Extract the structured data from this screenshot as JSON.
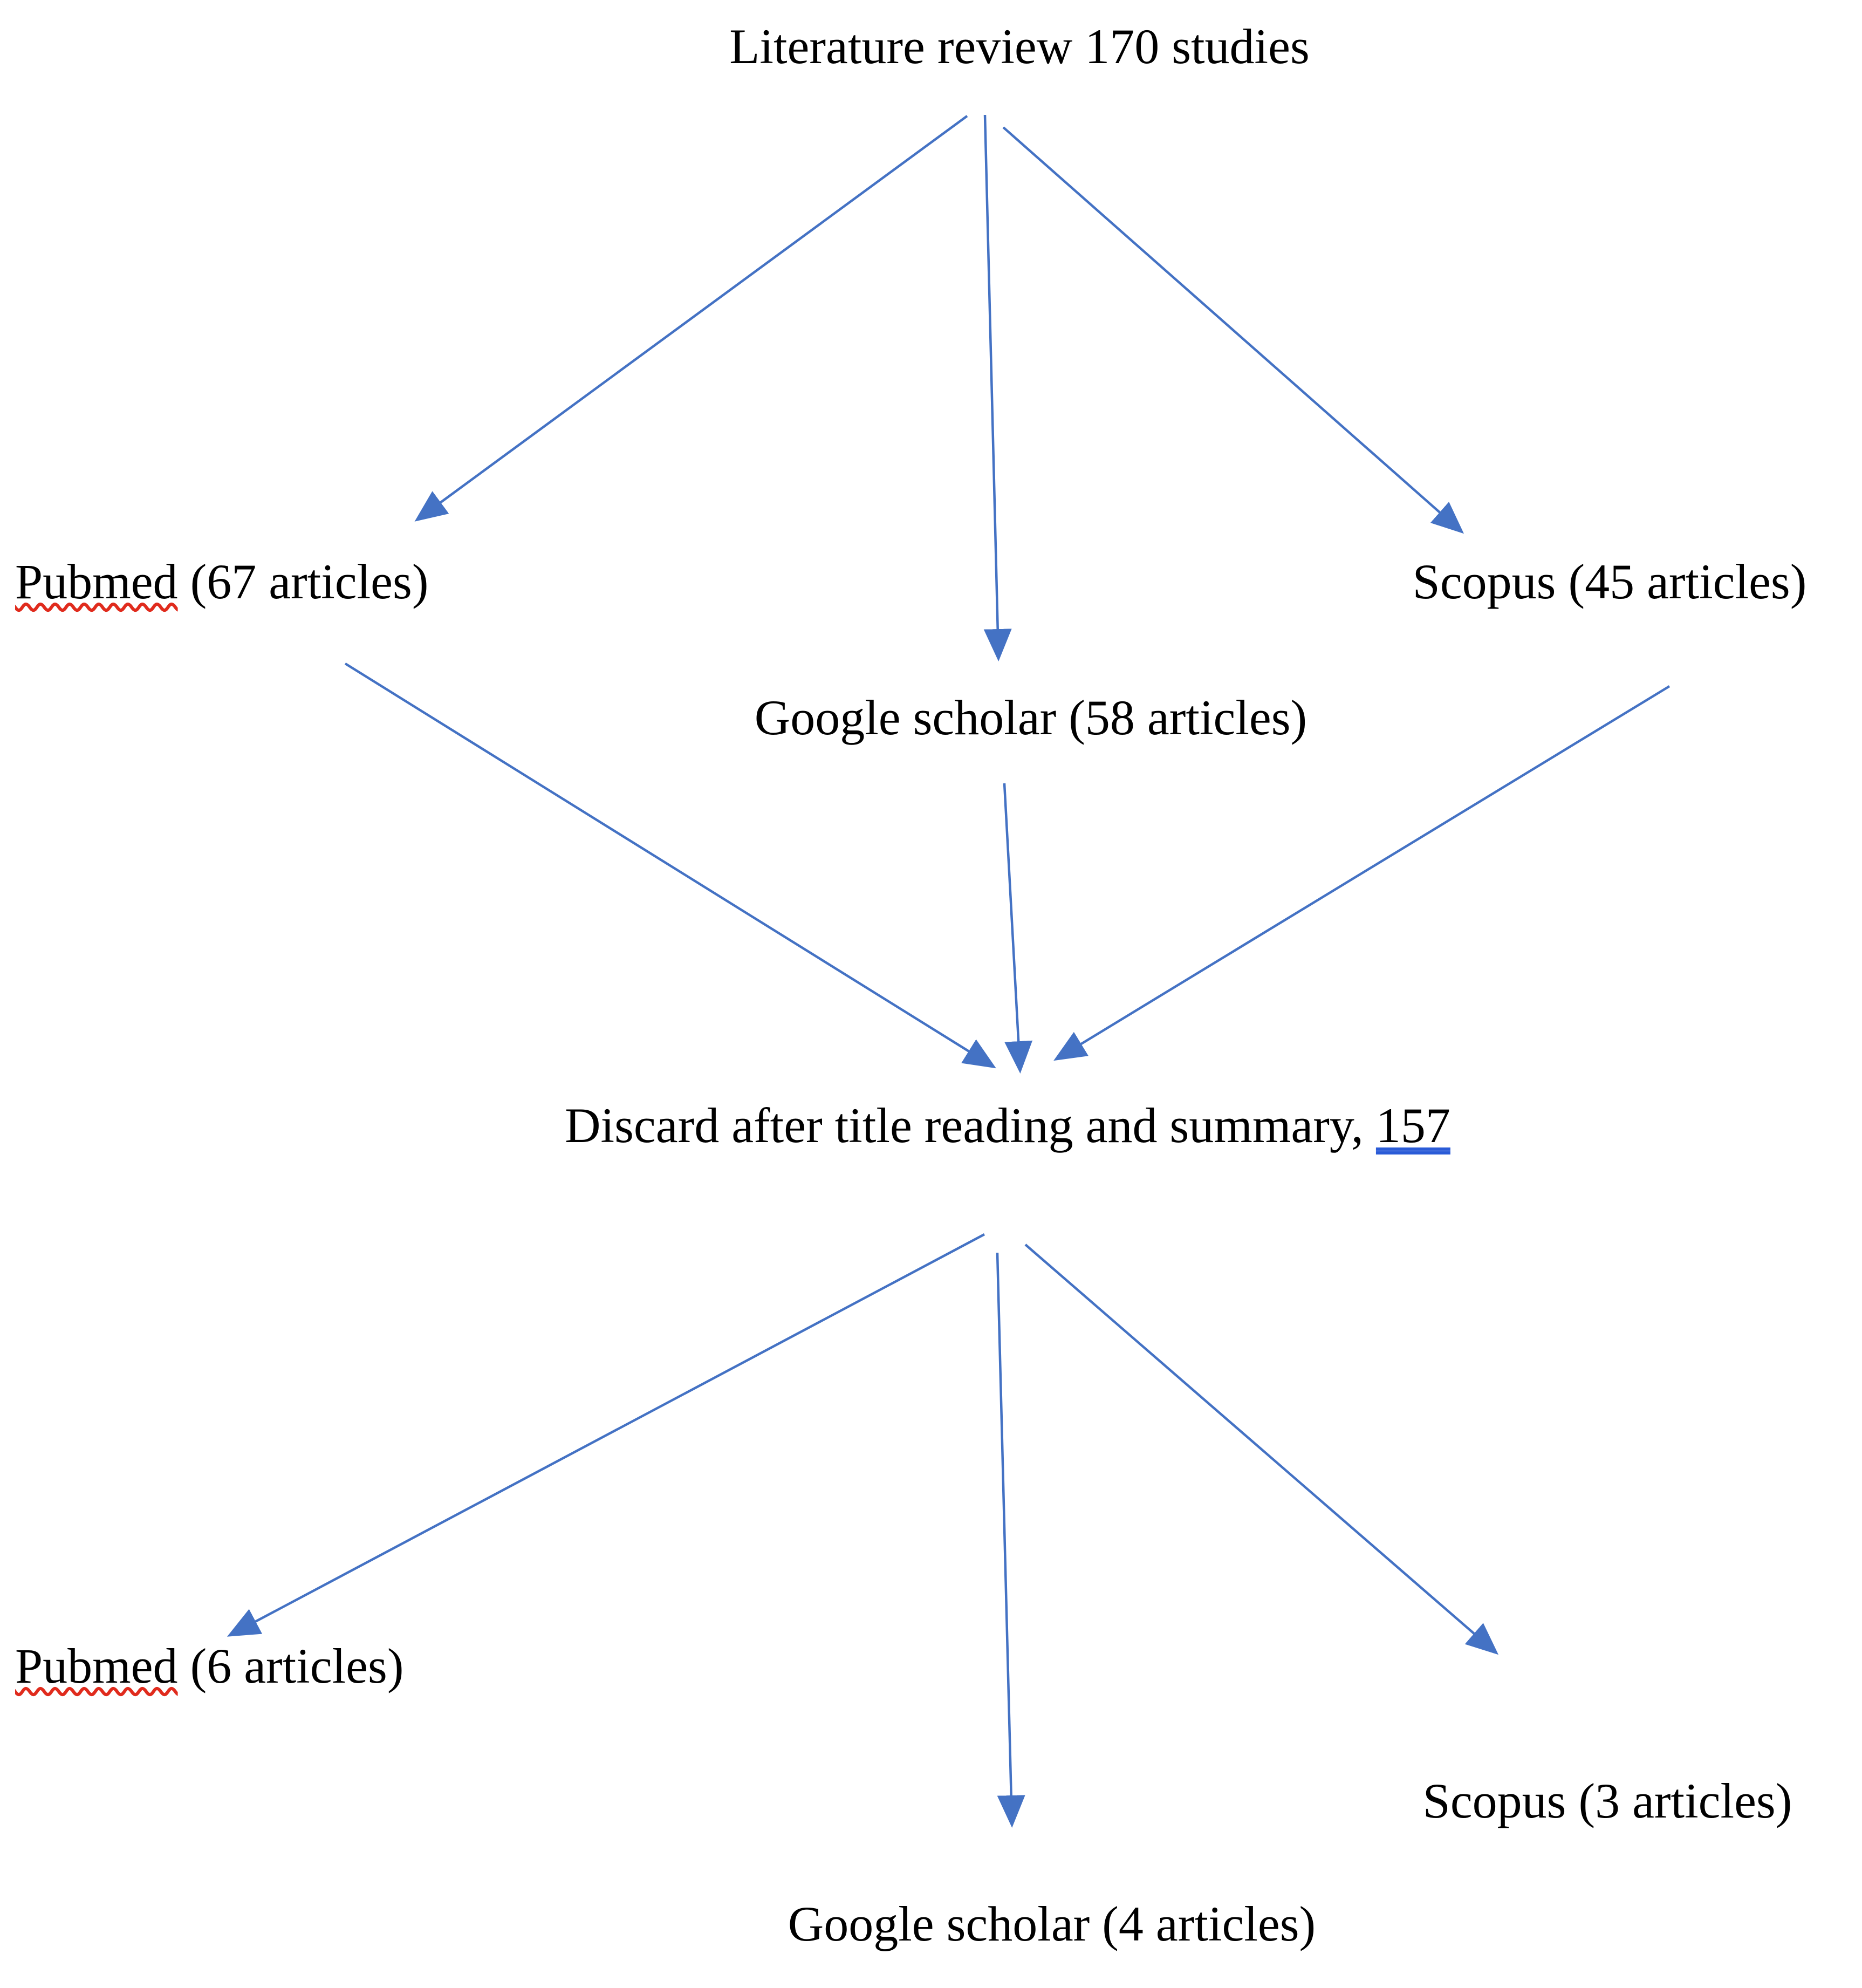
{
  "title": "Literature review 170 studies",
  "nodes": {
    "pubmed_67": {
      "word": "Pubmed",
      "rest": " (67 articles)"
    },
    "google_58": {
      "label": "Google scholar (58 articles)"
    },
    "scopus_45": {
      "label": "Scopus (45 articles)"
    },
    "discard": {
      "text": "Discard after title reading and summary, ",
      "number": "157"
    },
    "pubmed_6": {
      "word": "Pubmed",
      "rest": " (6 articles)"
    },
    "google_4": {
      "label": "Google scholar (4 articles)"
    },
    "scopus_3": {
      "label": "Scopus (3 articles)"
    }
  },
  "arrows": [
    {
      "from": "literature-review",
      "to": "pubmed-67"
    },
    {
      "from": "literature-review",
      "to": "google-scholar-58"
    },
    {
      "from": "literature-review",
      "to": "scopus-45"
    },
    {
      "from": "pubmed-67",
      "to": "discard-157"
    },
    {
      "from": "google-scholar-58",
      "to": "discard-157"
    },
    {
      "from": "scopus-45",
      "to": "discard-157"
    },
    {
      "from": "discard-157",
      "to": "pubmed-6"
    },
    {
      "from": "discard-157",
      "to": "google-scholar-4"
    },
    {
      "from": "discard-157",
      "to": "scopus-3"
    }
  ],
  "colors": {
    "arrow": "#4472C4",
    "spellcheck_squiggle": "#E02B1D",
    "grammar_underline": "#2A5BD7",
    "text": "#000000",
    "background": "#FFFFFF"
  }
}
